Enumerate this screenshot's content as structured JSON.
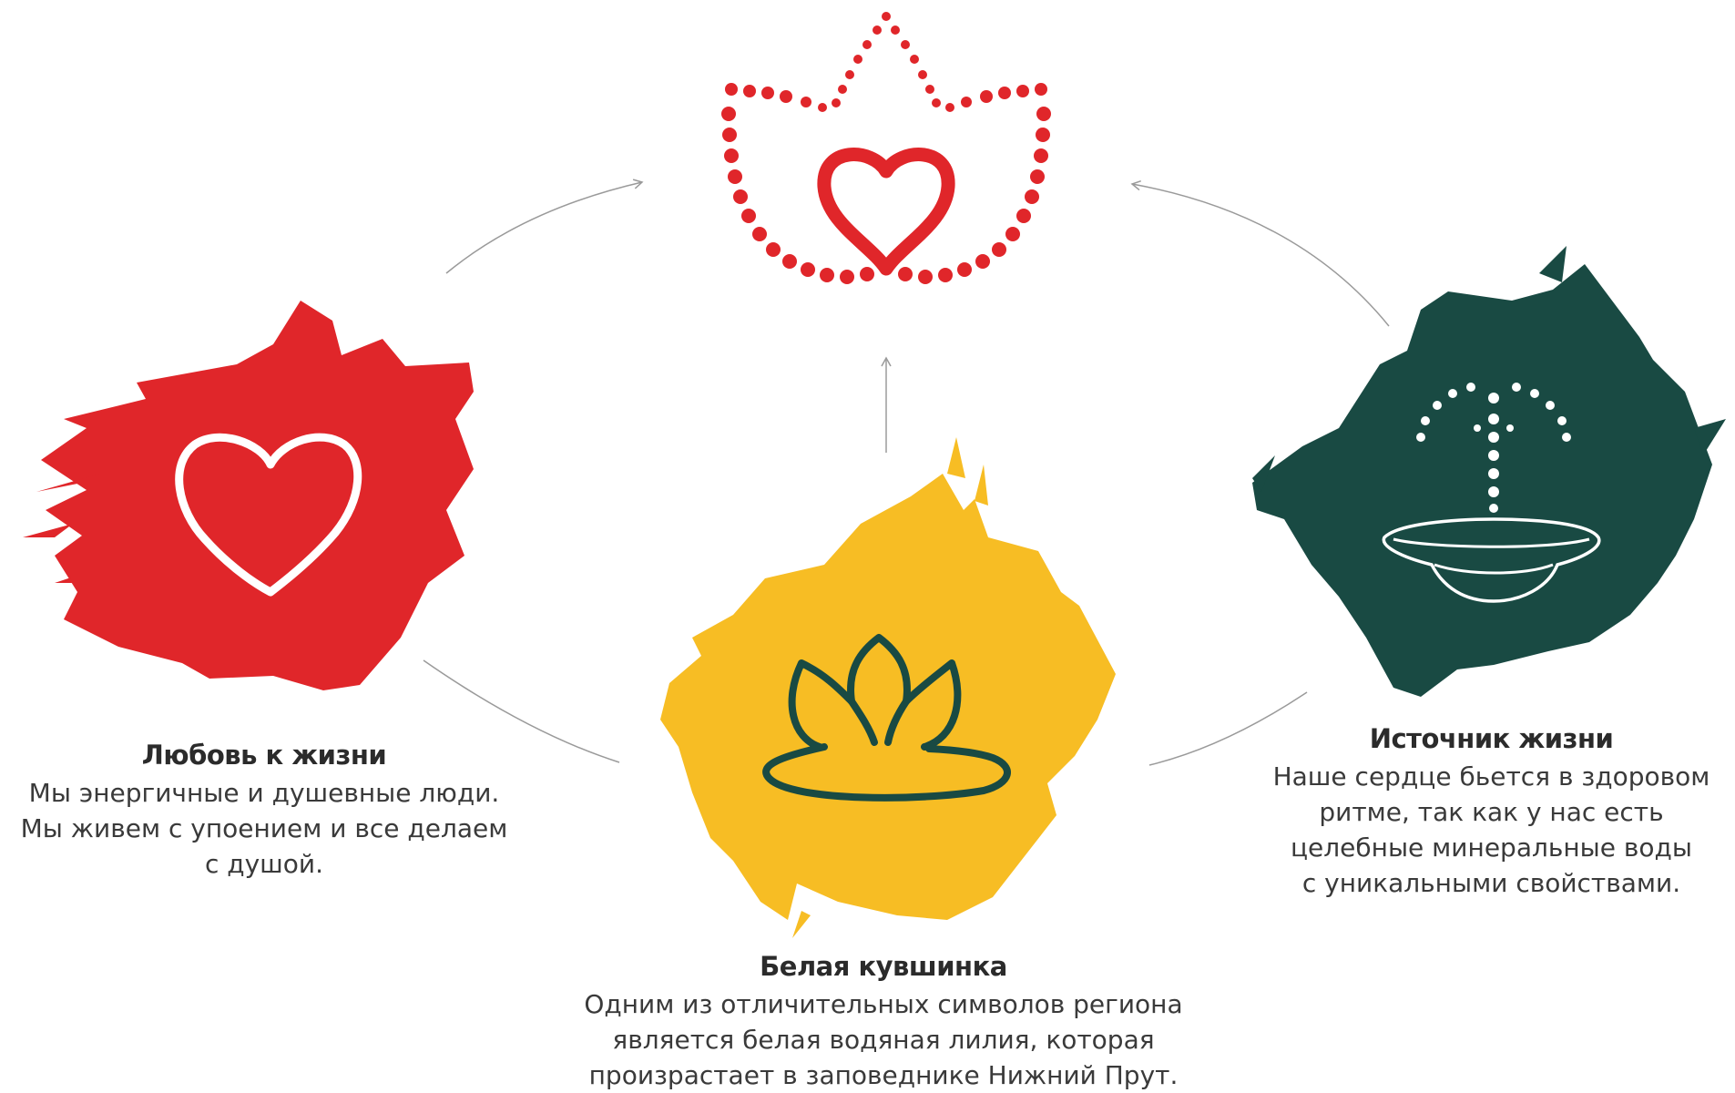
{
  "colors": {
    "red": "#e0262a",
    "yellow": "#f7bd24",
    "green": "#194a43",
    "arrow": "#9a9a9a",
    "text": "#2b2b2b"
  },
  "center_symbol": {
    "icon": "dotted-lotus-heart-icon"
  },
  "items": [
    {
      "key": "love",
      "icon": "heart-icon",
      "title": "Любовь к жизни",
      "lines": [
        "Мы энергичные и душевные люди.",
        "Мы живем с упоением и все делаем",
        "с душой."
      ]
    },
    {
      "key": "lily",
      "icon": "water-lily-icon",
      "title": "Белая кувшинка",
      "lines": [
        "Одним из отличительных символов региона",
        "является белая водяная лилия, которая",
        "произрастает в заповеднике Нижний Прут."
      ]
    },
    {
      "key": "source",
      "icon": "fountain-bowl-icon",
      "title": "Источник жизни",
      "lines": [
        "Наше сердце бьется в здоровом",
        "ритме, так как у нас есть",
        "целебные минеральные воды",
        "с уникальными свойствами."
      ]
    }
  ]
}
